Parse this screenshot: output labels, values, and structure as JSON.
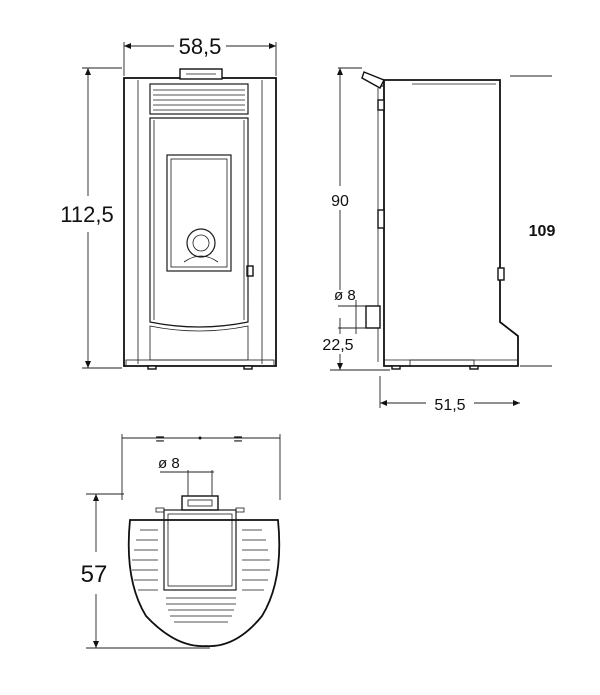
{
  "diagram": {
    "front_view": {
      "width_label": "58,5",
      "height_label": "112,5"
    },
    "side_view": {
      "height_90_label": "90",
      "total_height_label": "109",
      "pipe_label": "ø 8",
      "pipe_height_label": "22,5",
      "depth_label": "51,5"
    },
    "top_view": {
      "symmetry_label": "=",
      "pipe_label": "ø 8",
      "depth_label": "57"
    }
  }
}
